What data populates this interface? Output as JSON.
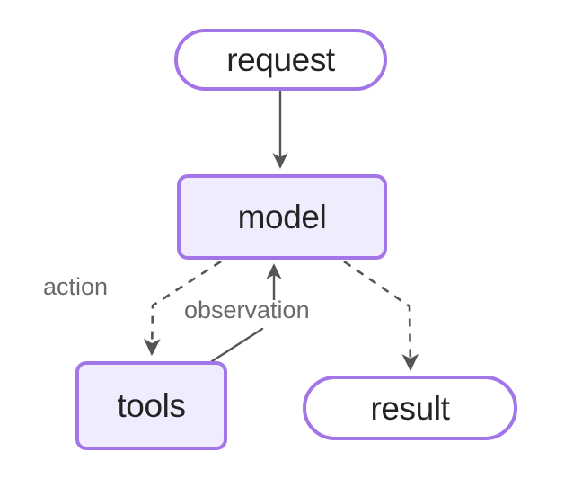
{
  "diagram": {
    "title": "agent loop diagram",
    "background_color": "#ffffff",
    "node_border_color": "#a376e8",
    "node_fill_lavender": "#f1ecfd",
    "node_fill_white": "#ffffff",
    "node_text_color": "#232323",
    "edge_color": "#555555",
    "edge_label_color": "#6a6a6a",
    "nodes": [
      {
        "id": "request",
        "label": "request",
        "shape": "pill",
        "fill": "#ffffff"
      },
      {
        "id": "model",
        "label": "model",
        "shape": "rounded-rect",
        "fill": "#f1ecfd"
      },
      {
        "id": "tools",
        "label": "tools",
        "shape": "rounded-rect",
        "fill": "#f1ecfd"
      },
      {
        "id": "result",
        "label": "result",
        "shape": "pill",
        "fill": "#ffffff"
      }
    ],
    "edges": [
      {
        "id": "request-to-model",
        "from": "request",
        "to": "model",
        "label": "",
        "style": "solid",
        "arrow": "end"
      },
      {
        "id": "model-to-tools",
        "from": "model",
        "to": "tools",
        "label": "action",
        "style": "dashed",
        "arrow": "end"
      },
      {
        "id": "tools-to-model",
        "from": "tools",
        "to": "model",
        "label": "observation",
        "style": "solid",
        "arrow": "end"
      },
      {
        "id": "model-to-result",
        "from": "model",
        "to": "result",
        "label": "",
        "style": "dashed",
        "arrow": "end"
      }
    ],
    "labels": {
      "action": "action",
      "observation": "observation"
    }
  }
}
